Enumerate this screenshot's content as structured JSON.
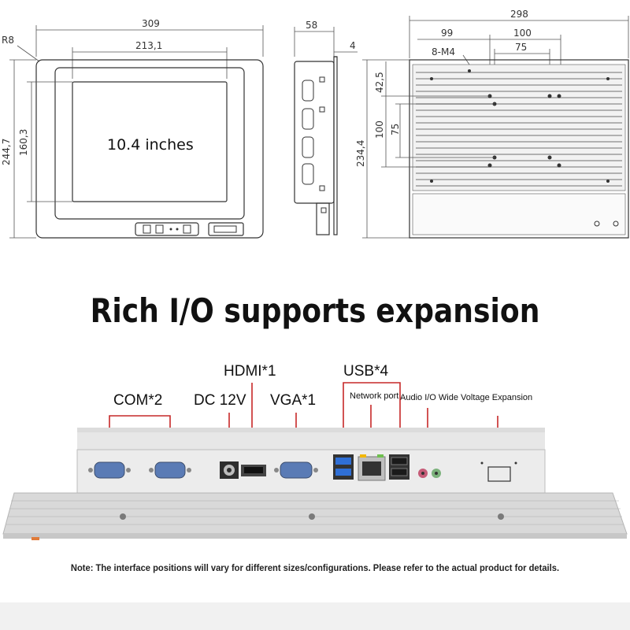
{
  "drawing": {
    "front": {
      "width": "309",
      "screen_width": "213,1",
      "height": "244,7",
      "screen_height": "160,3",
      "radius": "R8",
      "screen_label": "10.4 inches"
    },
    "side": {
      "depth": "58",
      "bezel": "4"
    },
    "back": {
      "width": "298",
      "left_offset": "99",
      "hole_span": "100",
      "inner_span": "75",
      "screws": "8-M4",
      "height": "234,4",
      "top_offset": "42,5",
      "v_span": "100",
      "v_inner": "75"
    }
  },
  "headline": "Rich I/O supports expansion",
  "ports": {
    "com": "COM*2",
    "dc": "DC 12V",
    "hdmi": "HDMI*1",
    "vga": "VGA*1",
    "usb": "USB*4",
    "network": "Network port",
    "audio": "Audio I/O Wide Voltage Expansion"
  },
  "note": "Note: The interface positions will vary for different sizes/configurations. Please refer to the actual product for details."
}
